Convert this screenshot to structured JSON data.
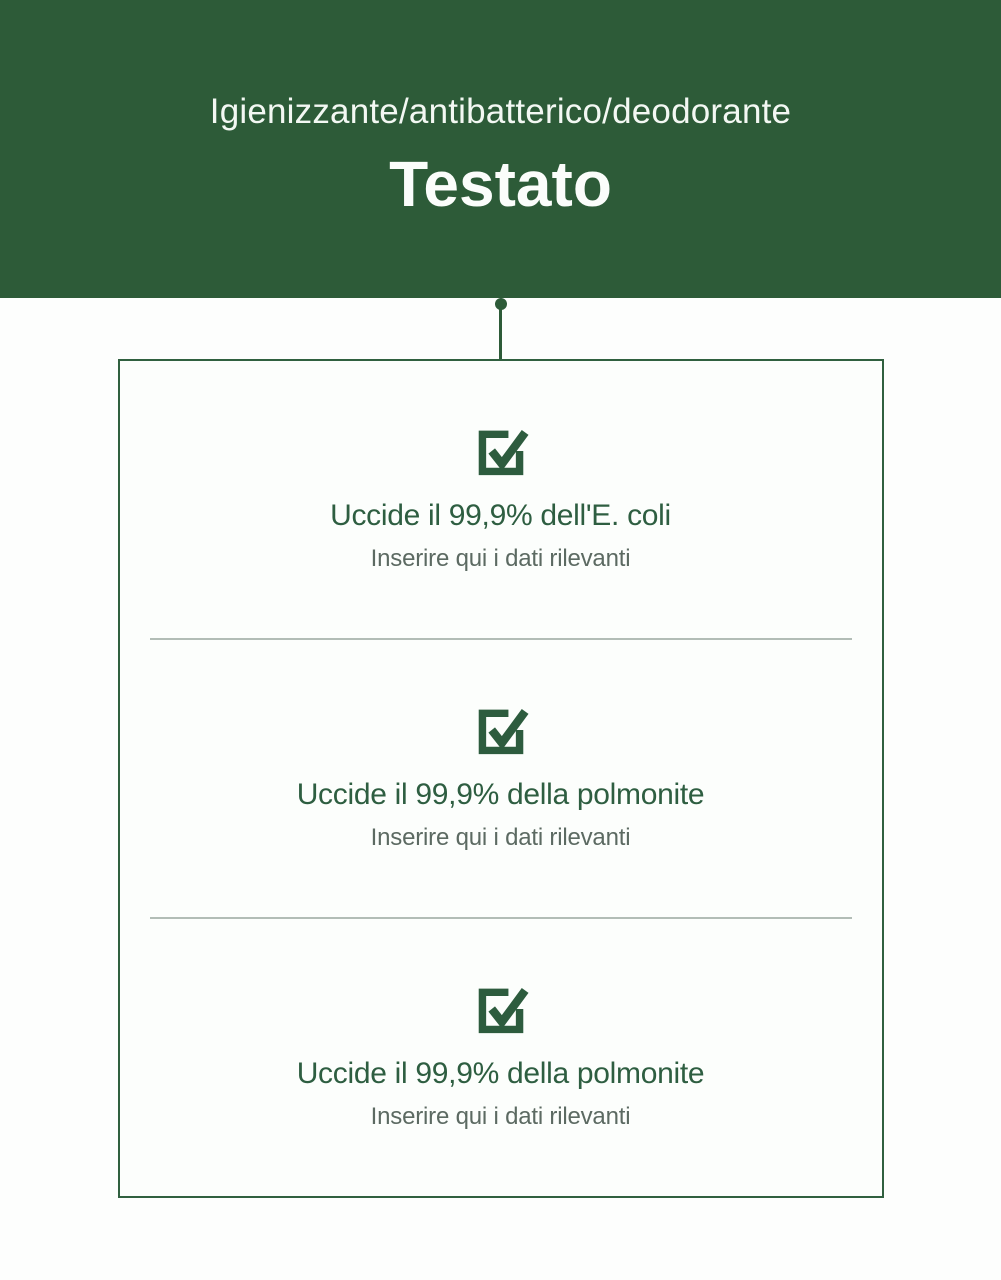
{
  "banner": {
    "category": "Igienizzante/antibatterico/deodorante",
    "title": "Testato"
  },
  "card": {
    "items": [
      {
        "icon": "checked-checkbox-icon",
        "heading": "Uccide il 99,9% dell'E. coli",
        "note": "Inserire qui i dati rilevanti"
      },
      {
        "icon": "checked-checkbox-icon",
        "heading": "Uccide il 99,9% della polmonite",
        "note": "Inserire qui i dati rilevanti"
      },
      {
        "icon": "checked-checkbox-icon",
        "heading": "Uccide il 99,9% della polmonite",
        "note": "Inserire qui i dati rilevanti"
      }
    ]
  },
  "colors": {
    "banner_green": "#2d5b38",
    "border_green": "#30603f",
    "heading_green": "#2e5e41",
    "note_gray": "#5c6a62",
    "divider_gray": "#b2bdb6",
    "icon_green": "#2d5c3e",
    "background": "#fdfefd",
    "card_background": "#fcfefc"
  }
}
